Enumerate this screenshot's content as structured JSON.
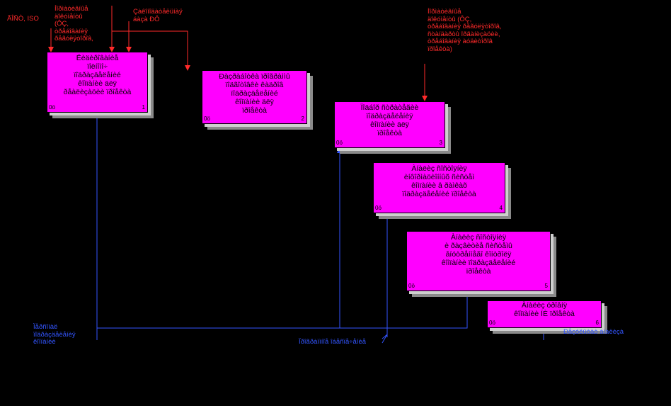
{
  "activities": [
    {
      "id": "a1",
      "text": "Ëèäèðîâàíèå\nïîëíîìî÷\nïîäðàçäåëåíèé\nêîìïàíèè äëÿ\nðåàëèçàöèè ïðîåêòà",
      "code": "0ö",
      "num": "1"
    },
    {
      "id": "a2",
      "text": "Ðàçðàáîòêà ïðîãðàììû\nïîäãîòîâêè êàäðîâ\nïîäðàçäåëåíèé\nêîìïàíèè äëÿ\nïðîåêòà",
      "code": "0ö",
      "num": "2"
    },
    {
      "id": "a3",
      "text": "Ïîäáîð ñòðàòåãèè\nïîäðàçäåëåíèÿ\nêîìïàíèè äëÿ\nïðîåêòà",
      "code": "0ö",
      "num": "3"
    },
    {
      "id": "a4",
      "text": "Àíàëèç ñîñòîÿíèÿ\nèíôîðìàöèîííûõ ñèñòåì\nêîìïàíèè â ðàìêàõ\nïîäðàçäåëåíèé ïðîåêòà",
      "code": "0ö",
      "num": "4"
    },
    {
      "id": "a5",
      "text": "Àíàëèç ñîñòîÿíèÿ\nè ðàçâèòèå ñèñòåìû\nâíóòðåííåãî êîíòðîëÿ\nêîìïàíèè ïîäðàçäåëåíèé\nïðîåêòà",
      "code": "0ö",
      "num": "5"
    },
    {
      "id": "a6",
      "text": "Àíàëèç óðîâíÿ\nêîìïàíèè ÍÈ ïðîåêòà",
      "code": "0ö",
      "num": "6"
    }
  ],
  "labels": {
    "gost_iso": "ÃÎÑÒ, ISO",
    "control1": "Íîðìàòèâíûå\näîêóìåíòû\n(ÔÇ,\nòðåáîâàíèÿ\nðåãóëÿòîðîâ,",
    "control2": "Çàêîíîäàòåëüíàÿ\náàçà ÐÔ",
    "control3": "Íîðìàòèâíûå\näîêóìåíòû (ÔÇ,\nòðåáîâàíèÿ ðåãóëÿòîðîâ,\nñòàíäàðòû îðãàíèçàöèè,\nòðåáîâàíèÿ àóäèòîðîâ\nïðîåêòà)",
    "mech1": "Ïåðñîíàë\nïîäðàçäåëåíèÿ\nêîìïàíèè",
    "mech2": "Ïðîãðàììíîå îáåñïå÷åíèå",
    "mech3": "Ðåçóëüòàò àíàëèçà"
  },
  "colors": {
    "activity_fill": "#ff00ff",
    "control_arrow": "#ff2a2a",
    "mechanism_arrow": "#3355ff"
  }
}
